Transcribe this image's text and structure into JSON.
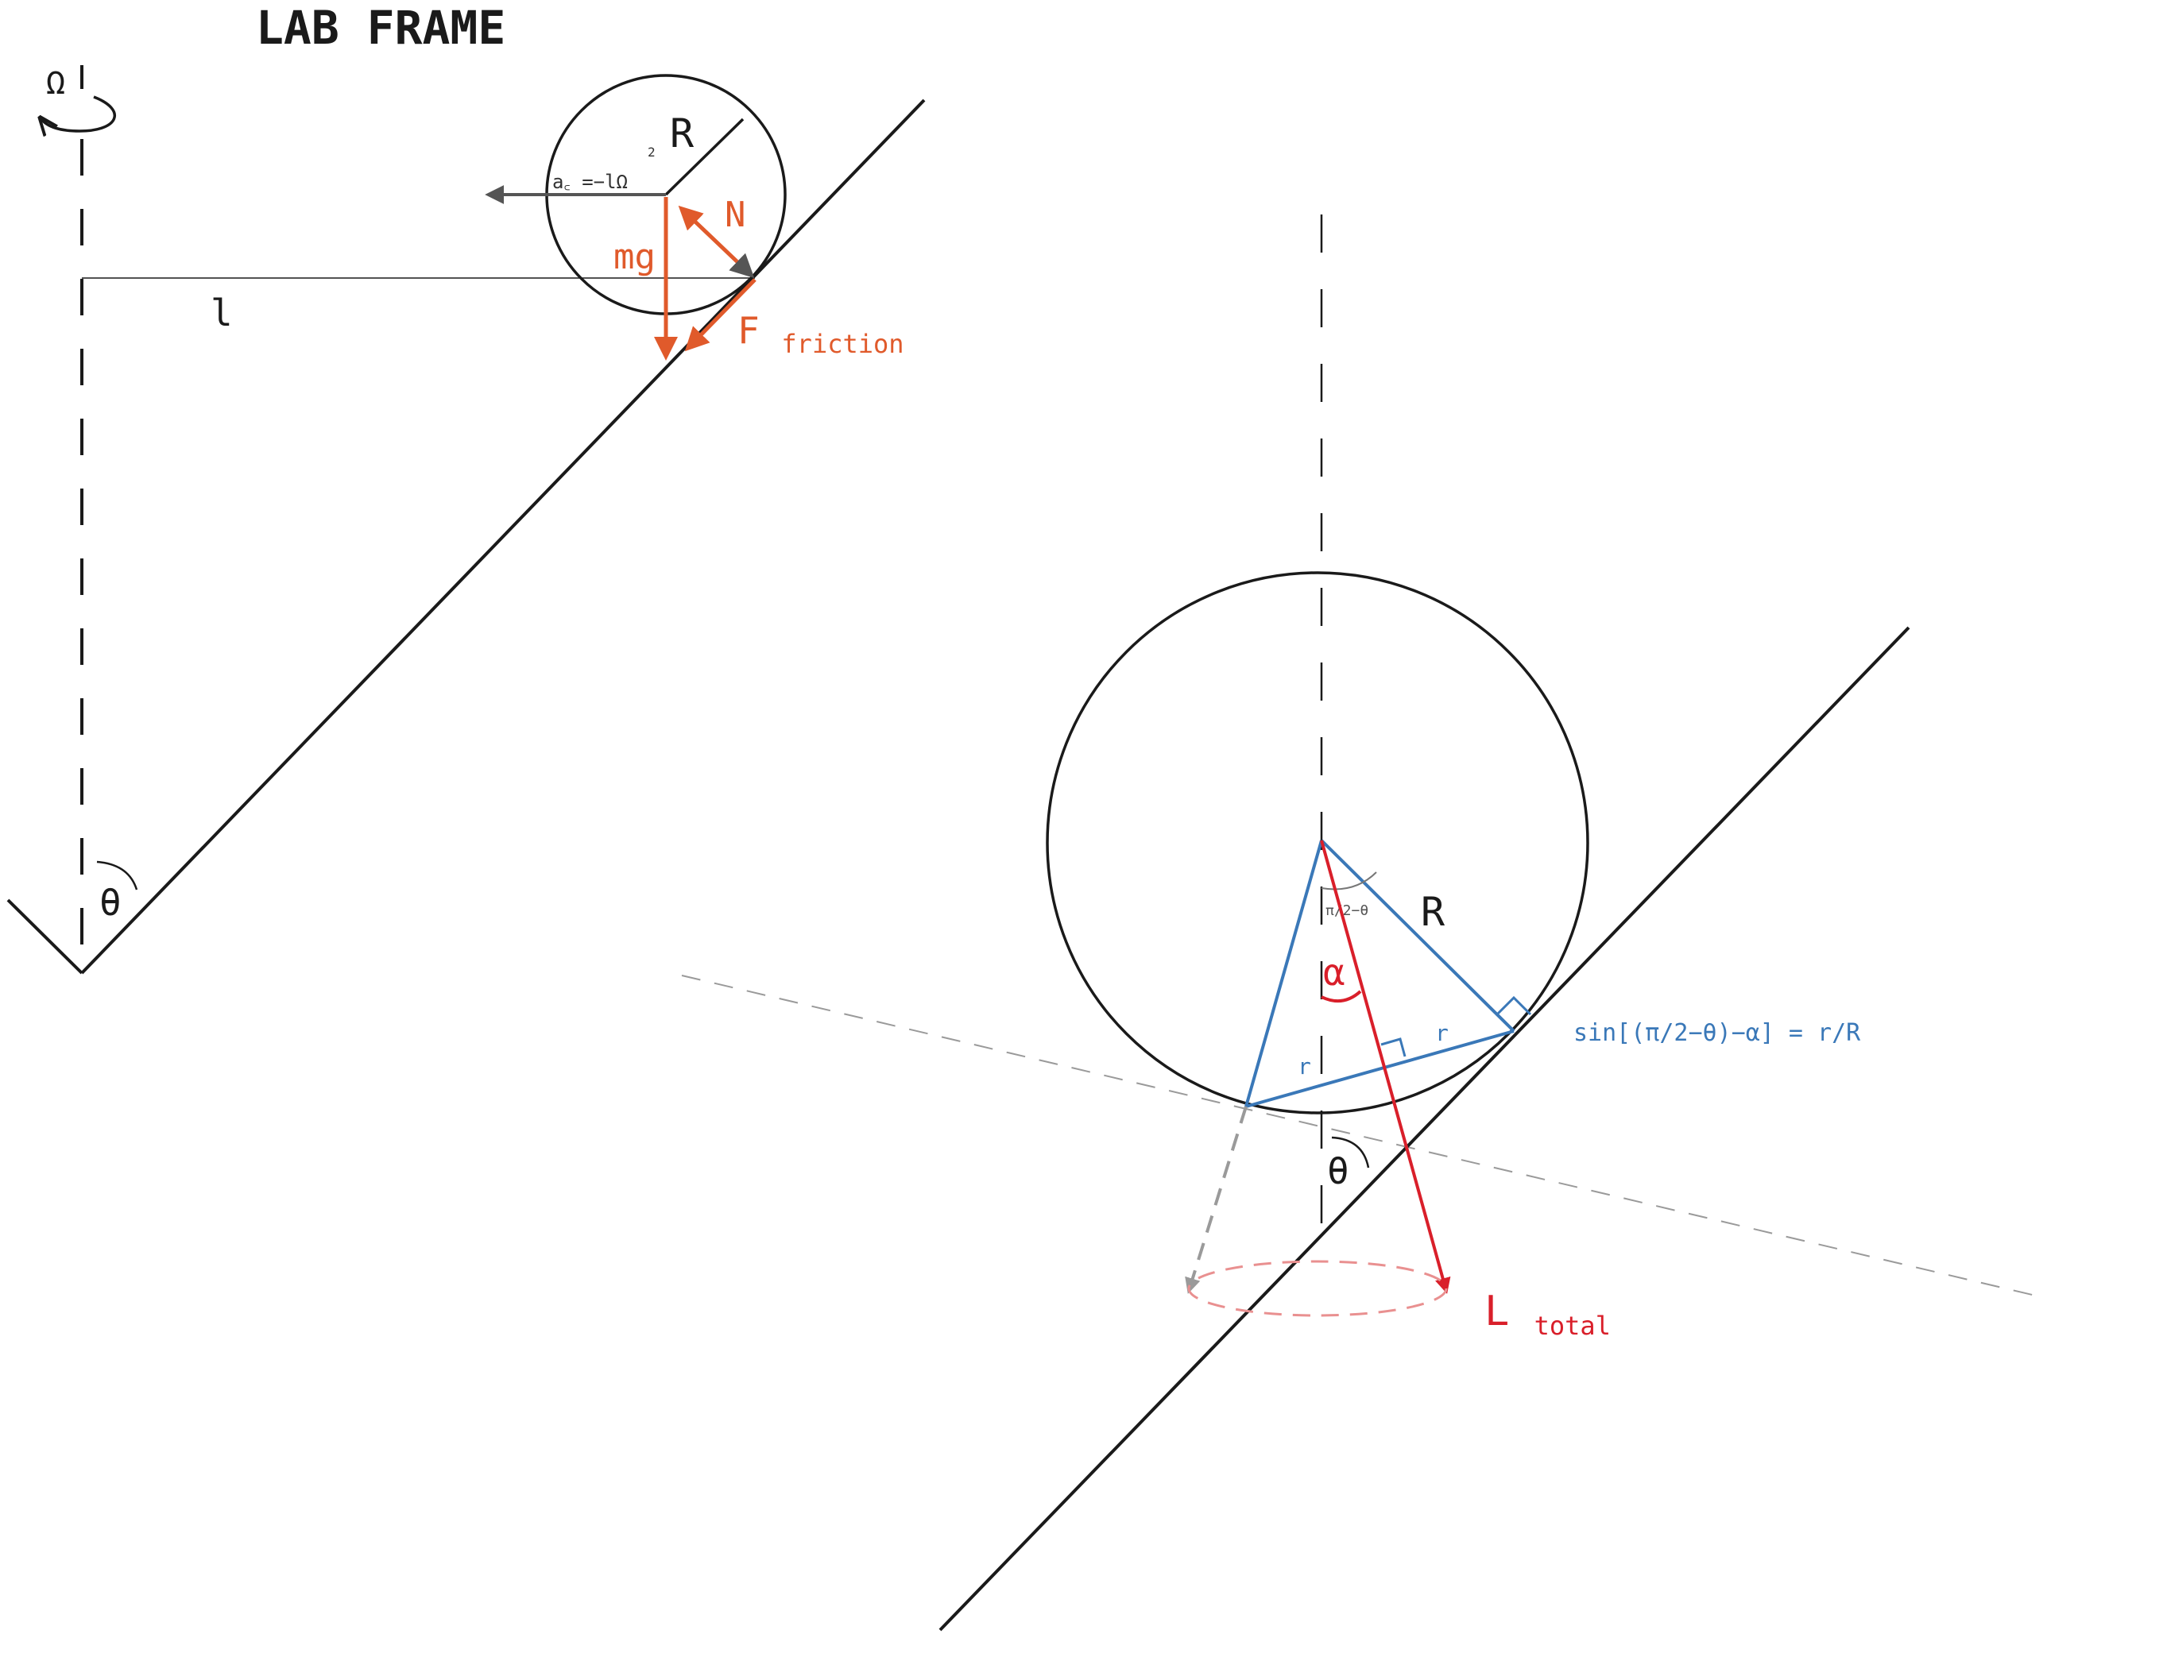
{
  "title": "LAB FRAME",
  "labels": {
    "omega": "Ω",
    "radius_top": "R",
    "centripetal": "a꜀ =−lΩ",
    "centripetal_sup": "2",
    "normal": "N",
    "weight": "mg",
    "distance": "l",
    "friction_main": "F",
    "friction_sub": "friction",
    "theta_left": "θ",
    "half_angle": "π/2−θ",
    "radius_bottom": "R",
    "alpha": "α",
    "r_right": "r",
    "r_left": "r",
    "equation": "sin[(π/2−θ)−α] = r/R",
    "theta_bottom": "θ",
    "L_main": "L",
    "L_sub": "total"
  },
  "colors": {
    "ink": "#1a1a1a",
    "force": "#e05a2b",
    "gray_arrow": "#555555",
    "blue": "#3a78b8",
    "red": "#d91f2a",
    "dashed_gray": "#9a9a9a",
    "ellipse": "#e99090"
  }
}
